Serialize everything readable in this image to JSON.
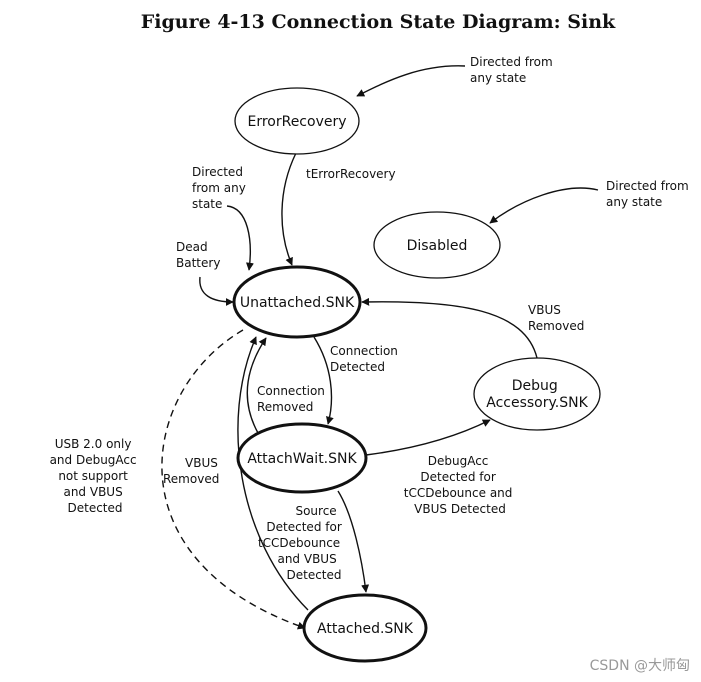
{
  "title": "Figure 4-13  Connection State Diagram: Sink",
  "states": {
    "error_recovery": "ErrorRecovery",
    "disabled": "Disabled",
    "unattached": "Unattached.SNK",
    "attach_wait": "AttachWait.SNK",
    "debug_accessory": [
      "Debug",
      "Accessory.SNK"
    ],
    "attached": "Attached.SNK"
  },
  "labels": {
    "directed_any_1": [
      "Directed from",
      "any state"
    ],
    "directed_any_2": [
      "Directed from",
      "any state"
    ],
    "directed_any_3": [
      "Directed",
      "from any",
      "state"
    ],
    "terror_recovery": "tErrorRecovery",
    "dead_battery": [
      "Dead",
      "Battery"
    ],
    "vbus_removed_top": [
      "VBUS",
      "Removed"
    ],
    "connection_detected": [
      "Connection",
      "Detected"
    ],
    "connection_removed": [
      "Connection",
      "Removed"
    ],
    "vbus_removed_left": [
      "VBUS",
      "Removed"
    ],
    "usb2_debugacc": [
      "USB 2.0 only",
      "and DebugAcc",
      "not support",
      "and VBUS",
      "Detected"
    ],
    "debugacc_detected": [
      "DebugAcc",
      "Detected for",
      "tCCDebounce and",
      "VBUS Detected"
    ],
    "source_detected": [
      "Source",
      "Detected for",
      "tCCDebounce",
      "and VBUS",
      "Detected"
    ]
  },
  "watermark": "CSDN @大师匈"
}
